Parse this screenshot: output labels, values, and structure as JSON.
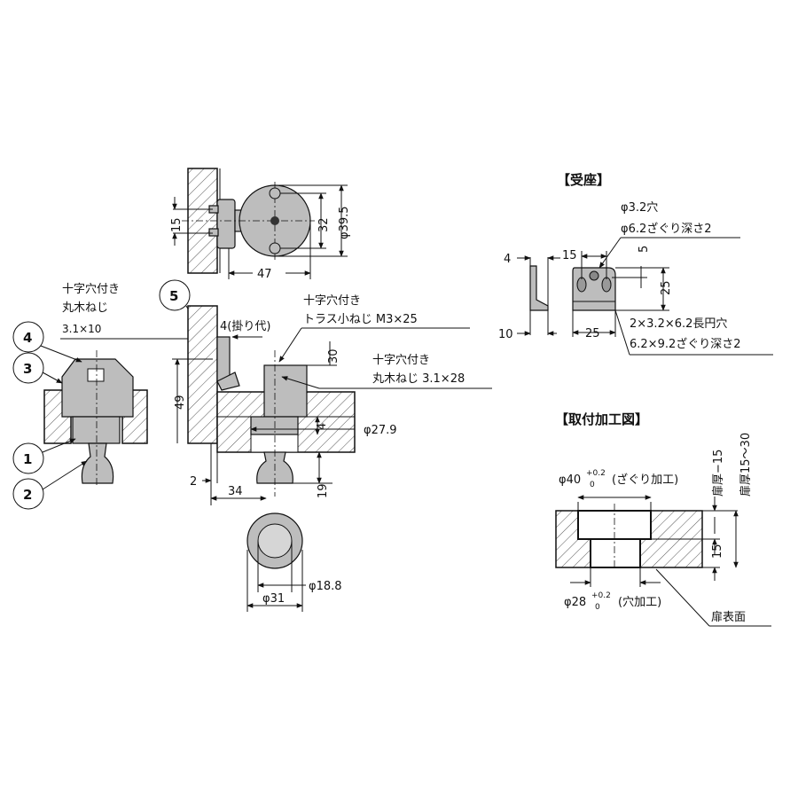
{
  "top_view": {
    "dim_15": "15",
    "dim_32": "32",
    "dim_dia": "φ39.5",
    "dim_47": "47"
  },
  "left_assembly": {
    "screw_line1": "十字穴付き",
    "screw_line2": "丸木ねじ",
    "screw_size": "3.1×10",
    "callouts": [
      "1",
      "2",
      "3",
      "4",
      "5"
    ]
  },
  "side_view": {
    "overlap": "4(掛り代)",
    "truss_line1": "十字穴付き",
    "truss_line2": "トラス小ねじ M3×25",
    "wood_line1": "十字穴付き",
    "wood_line2": "丸木ねじ 3.1×28",
    "dim_30": "30",
    "dim_49": "49",
    "dim_4": "4",
    "dim_279": "φ27.9",
    "dim_2": "2",
    "dim_34": "34",
    "dim_19": "19"
  },
  "bottom_view": {
    "dim_188": "φ18.8",
    "dim_31": "φ31"
  },
  "receiver": {
    "title": "【受座】",
    "hole_line1": "φ3.2穴",
    "hole_line2": "φ6.2ざぐり深さ2",
    "dim_4": "4",
    "dim_15": "15",
    "dim_5": "5",
    "dim_25v": "25",
    "dim_10": "10",
    "dim_25h": "25",
    "slot_line1": "2×3.2×6.2長円穴",
    "slot_line2": "6.2×9.2ざぐり深さ2"
  },
  "mounting": {
    "title": "【取付加工図】",
    "cb_dia": "φ40",
    "cb_tol_plus": "+0.2",
    "cb_tol_zero": "0",
    "cb_note": "(ざぐり加工)",
    "hole_dia": "φ28",
    "hole_tol_plus": "+0.2",
    "hole_tol_zero": "0",
    "hole_note": "(穴加工)",
    "thick_minus": "扉厚−15",
    "thick_range": "扉厚15〜30",
    "dim_15": "15",
    "surface": "扉表面"
  }
}
